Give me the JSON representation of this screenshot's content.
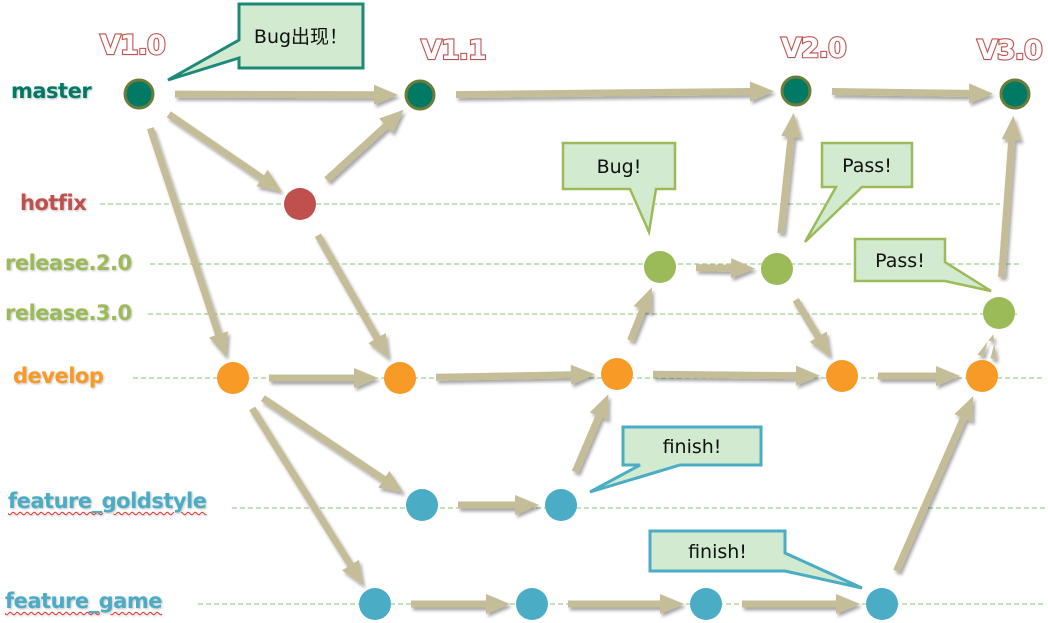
{
  "title": "Git branching workflow",
  "colors": {
    "master": "#007a64",
    "master_stroke": "#6b7d3a",
    "hotfix": "#c0504d",
    "release": "#9bbb59",
    "develop": "#f79a26",
    "feature": "#4bacc6",
    "arrow": "#c4bd97",
    "gridline": "#7ccd6e",
    "version": "#c0504d",
    "callout_fill": "#d1ead0",
    "callout_border_green": "#9bbb59",
    "callout_border_teal": "#1d8a78",
    "callout_border_blue": "#4bacc6"
  },
  "branches": [
    {
      "id": "master",
      "label": "master",
      "color": "#007a64"
    },
    {
      "id": "hotfix",
      "label": "hotfix",
      "color": "#c0504d"
    },
    {
      "id": "release2",
      "label": "release.2.0",
      "color": "#9bbb59"
    },
    {
      "id": "release3",
      "label": "release.3.0",
      "color": "#9bbb59"
    },
    {
      "id": "develop",
      "label": "develop",
      "color": "#f79a26"
    },
    {
      "id": "feature_goldstyle",
      "label": "feature_goldstyle",
      "color": "#4bacc6"
    },
    {
      "id": "feature_game",
      "label": "feature_game",
      "color": "#4bacc6"
    }
  ],
  "versions": [
    {
      "label": "V1.0",
      "commit": "m1"
    },
    {
      "label": "V1.1",
      "commit": "m2"
    },
    {
      "label": "V2.0",
      "commit": "m3"
    },
    {
      "label": "V3.0",
      "commit": "m4"
    }
  ],
  "commits": [
    {
      "id": "m1",
      "branch": "master"
    },
    {
      "id": "m2",
      "branch": "master"
    },
    {
      "id": "m3",
      "branch": "master"
    },
    {
      "id": "m4",
      "branch": "master"
    },
    {
      "id": "h1",
      "branch": "hotfix"
    },
    {
      "id": "r2a",
      "branch": "release2"
    },
    {
      "id": "r2b",
      "branch": "release2"
    },
    {
      "id": "r3a",
      "branch": "release3"
    },
    {
      "id": "d1",
      "branch": "develop"
    },
    {
      "id": "d2",
      "branch": "develop"
    },
    {
      "id": "d3",
      "branch": "develop"
    },
    {
      "id": "d4",
      "branch": "develop"
    },
    {
      "id": "d5",
      "branch": "develop"
    },
    {
      "id": "g1",
      "branch": "feature_goldstyle"
    },
    {
      "id": "g2",
      "branch": "feature_goldstyle"
    },
    {
      "id": "f1",
      "branch": "feature_game"
    },
    {
      "id": "f2",
      "branch": "feature_game"
    },
    {
      "id": "f3",
      "branch": "feature_game"
    },
    {
      "id": "f4",
      "branch": "feature_game"
    }
  ],
  "edges": [
    [
      "m1",
      "m2"
    ],
    [
      "m2",
      "m3"
    ],
    [
      "m3",
      "m4"
    ],
    [
      "m1",
      "h1"
    ],
    [
      "h1",
      "m2"
    ],
    [
      "h1",
      "d2"
    ],
    [
      "m1",
      "d1"
    ],
    [
      "d1",
      "d2"
    ],
    [
      "d2",
      "d3"
    ],
    [
      "d3",
      "d4"
    ],
    [
      "d4",
      "d5"
    ],
    [
      "d3",
      "r2a"
    ],
    [
      "r2a",
      "r2b"
    ],
    [
      "r2b",
      "m3"
    ],
    [
      "r2b",
      "d4"
    ],
    [
      "d5",
      "r3a"
    ],
    [
      "r3a",
      "m4"
    ],
    [
      "d1",
      "g1"
    ],
    [
      "g1",
      "g2"
    ],
    [
      "g2",
      "d3"
    ],
    [
      "d1",
      "f1"
    ],
    [
      "f1",
      "f2"
    ],
    [
      "f2",
      "f3"
    ],
    [
      "f3",
      "f4"
    ],
    [
      "f4",
      "d5"
    ]
  ],
  "callouts": [
    {
      "id": "bug-appear",
      "text": "Bug出现！",
      "target": "m1",
      "style": "teal"
    },
    {
      "id": "bug",
      "text": "Bug!",
      "target": "r2a",
      "style": "green"
    },
    {
      "id": "pass-2",
      "text": "Pass!",
      "target": "r2b",
      "style": "green"
    },
    {
      "id": "pass-3",
      "text": "Pass!",
      "target": "r3a",
      "style": "green"
    },
    {
      "id": "finish-goldstyle",
      "text": "finish!",
      "target": "g2",
      "style": "blue"
    },
    {
      "id": "finish-game",
      "text": "finish!",
      "target": "f4",
      "style": "blue"
    }
  ]
}
